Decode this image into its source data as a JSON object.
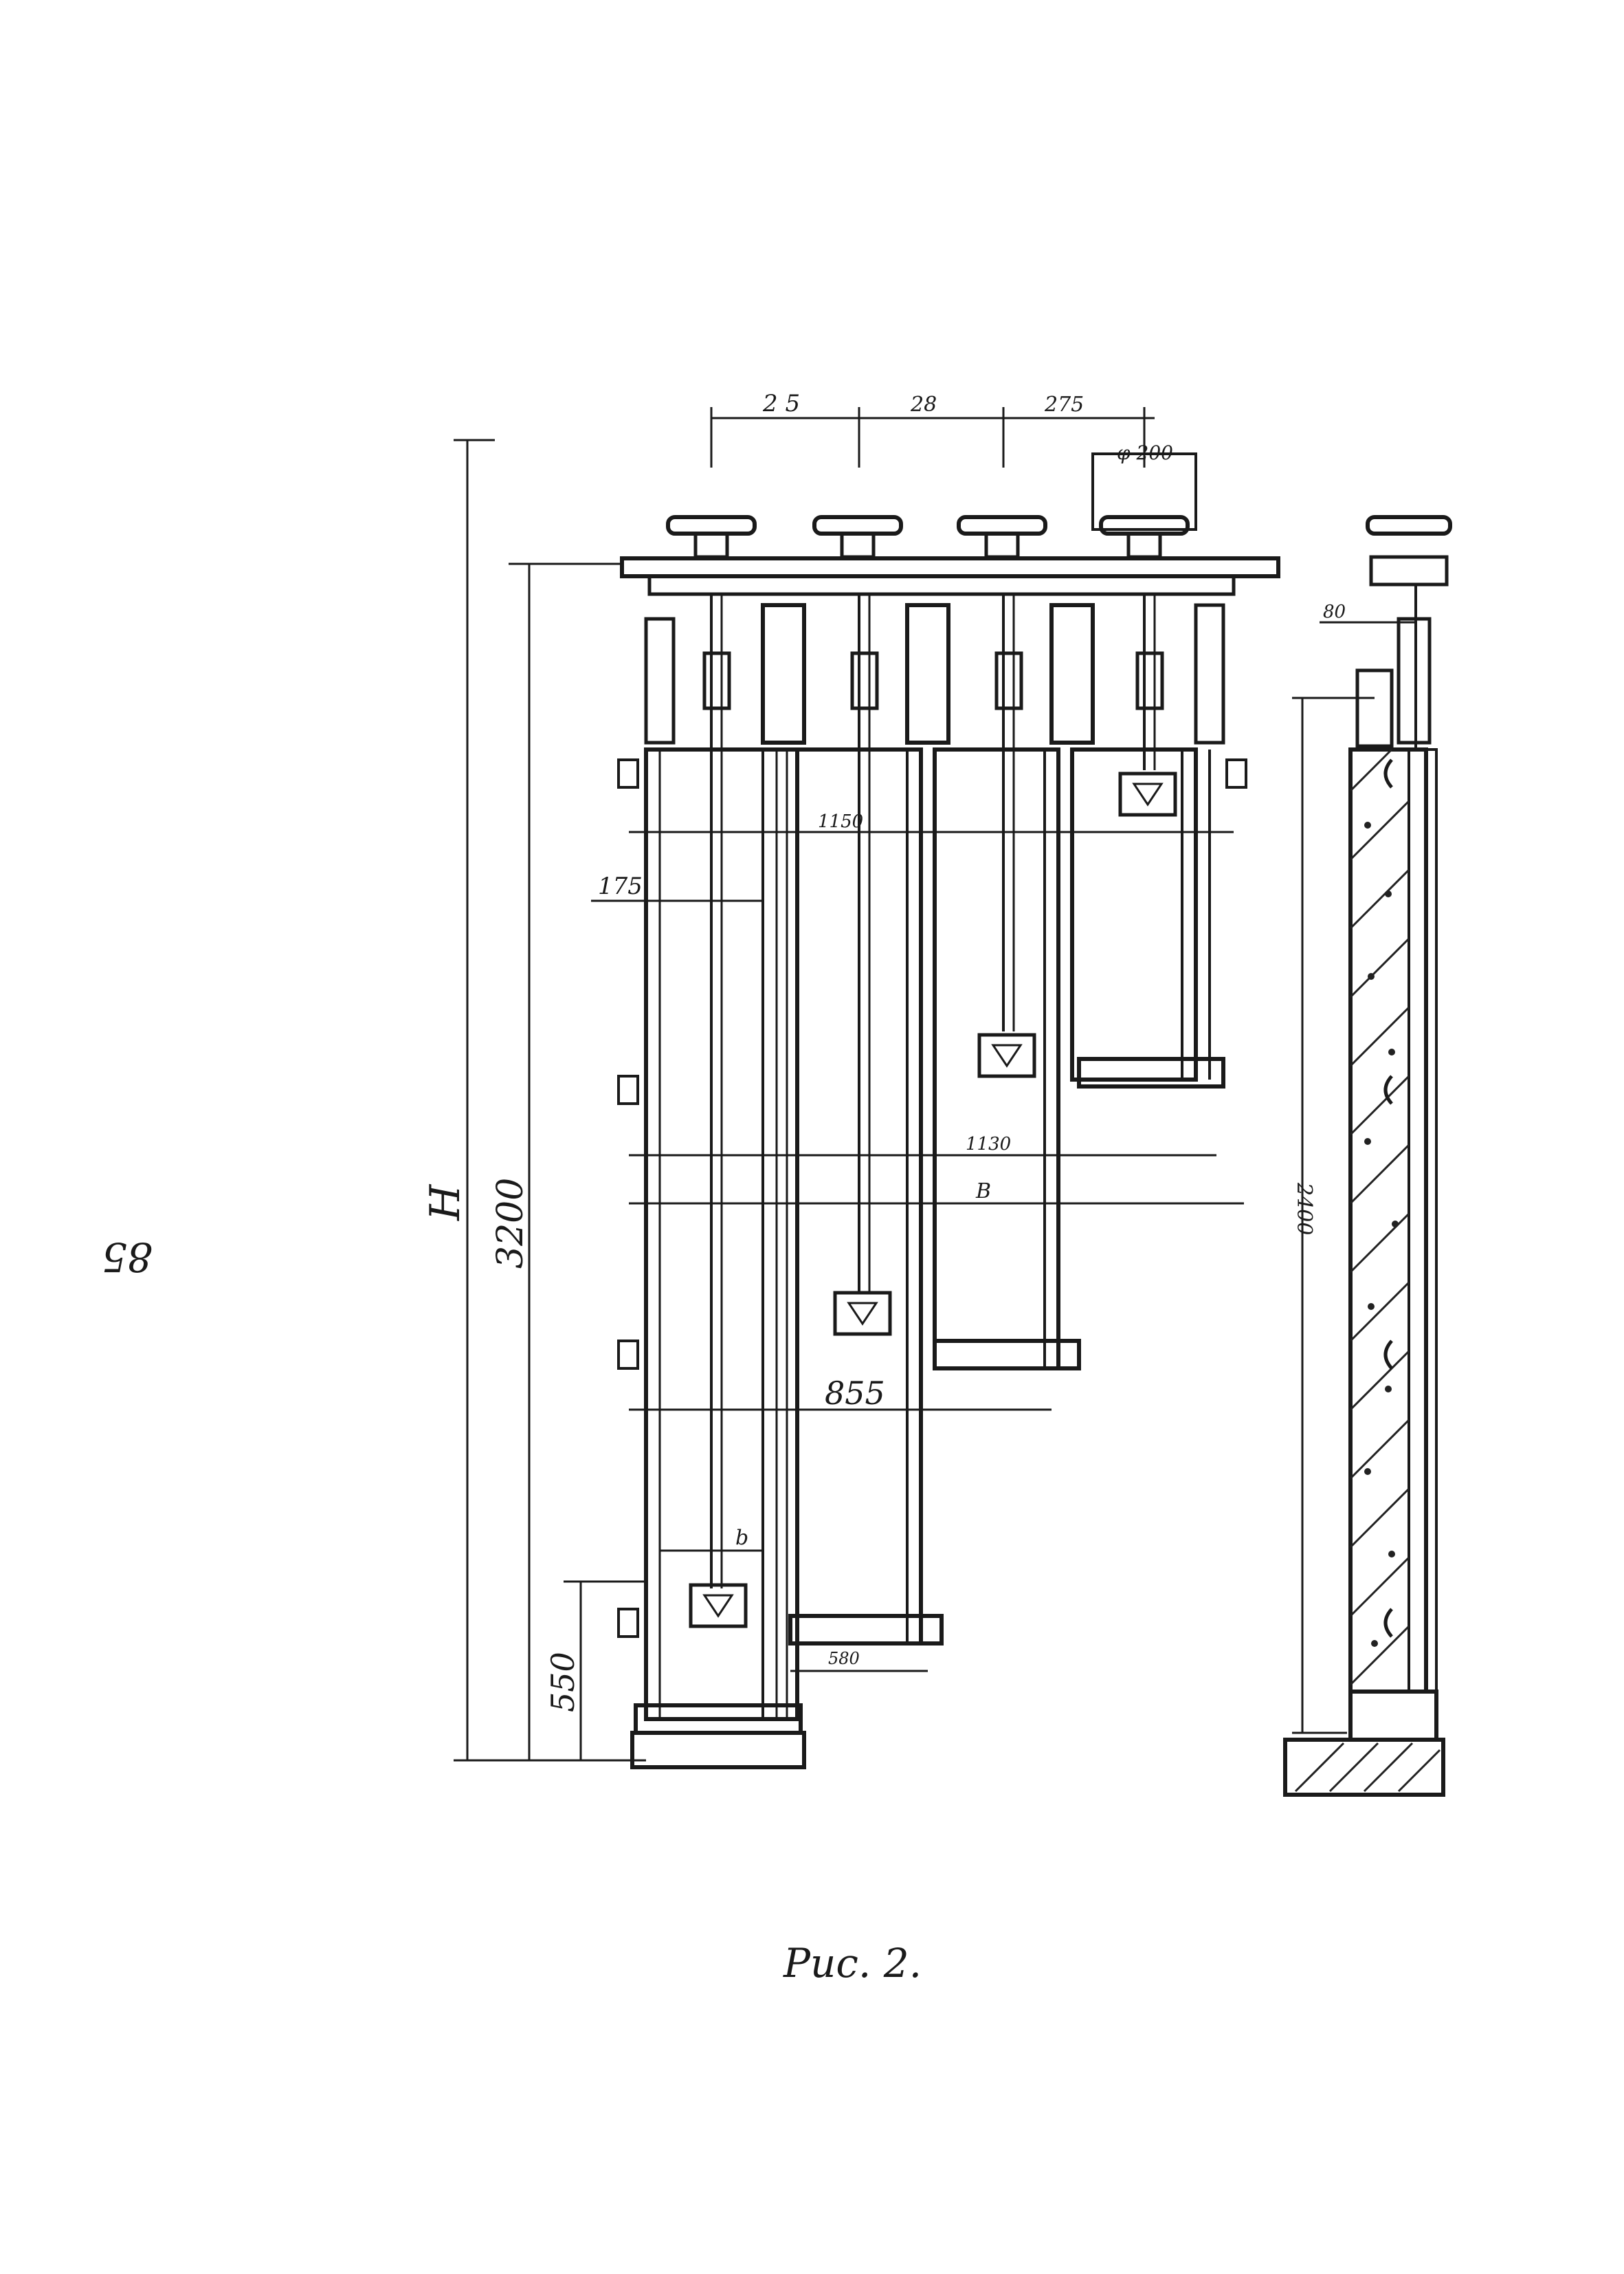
{
  "page_number": "85",
  "caption": "Рис. 2.",
  "dimensions": {
    "top_spacing_1": "2 5",
    "top_spacing_2": "28",
    "top_spacing_3": "275",
    "wheel_diameter": "φ 200",
    "width_1": "1150",
    "offset_175": "175",
    "width_2": "1130",
    "width_b": "B",
    "width_855": "855",
    "small_b": "b",
    "width_580": "580",
    "height_h": "H",
    "height_3200": "3200",
    "height_550": "550",
    "side_80": "80",
    "side_height": "2400"
  },
  "colors": {
    "ink": "#1a1a1a",
    "paper": "#ffffff",
    "hatch": "#222222"
  }
}
